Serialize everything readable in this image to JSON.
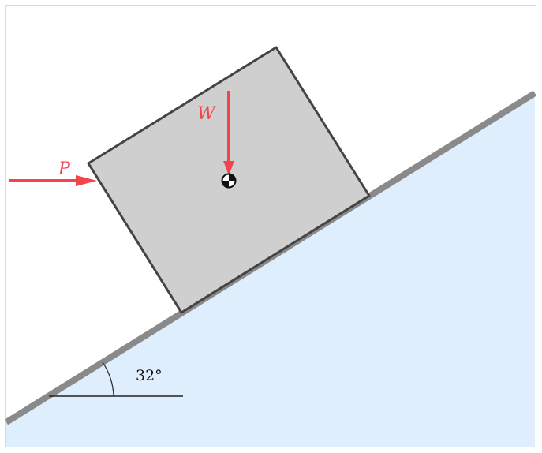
{
  "diagram": {
    "angle_label": "32°",
    "force_p_label": "P",
    "force_w_label": "W"
  },
  "colors": {
    "ground_fill": "#deeefc",
    "incline_edge": "#8a8a8a",
    "block_fill": "#cfcfcf",
    "block_stroke": "#444444",
    "force": "#f2454b",
    "frame": "#d8d8d8"
  },
  "icons": {
    "center_of_mass": "center-of-mass-icon"
  }
}
